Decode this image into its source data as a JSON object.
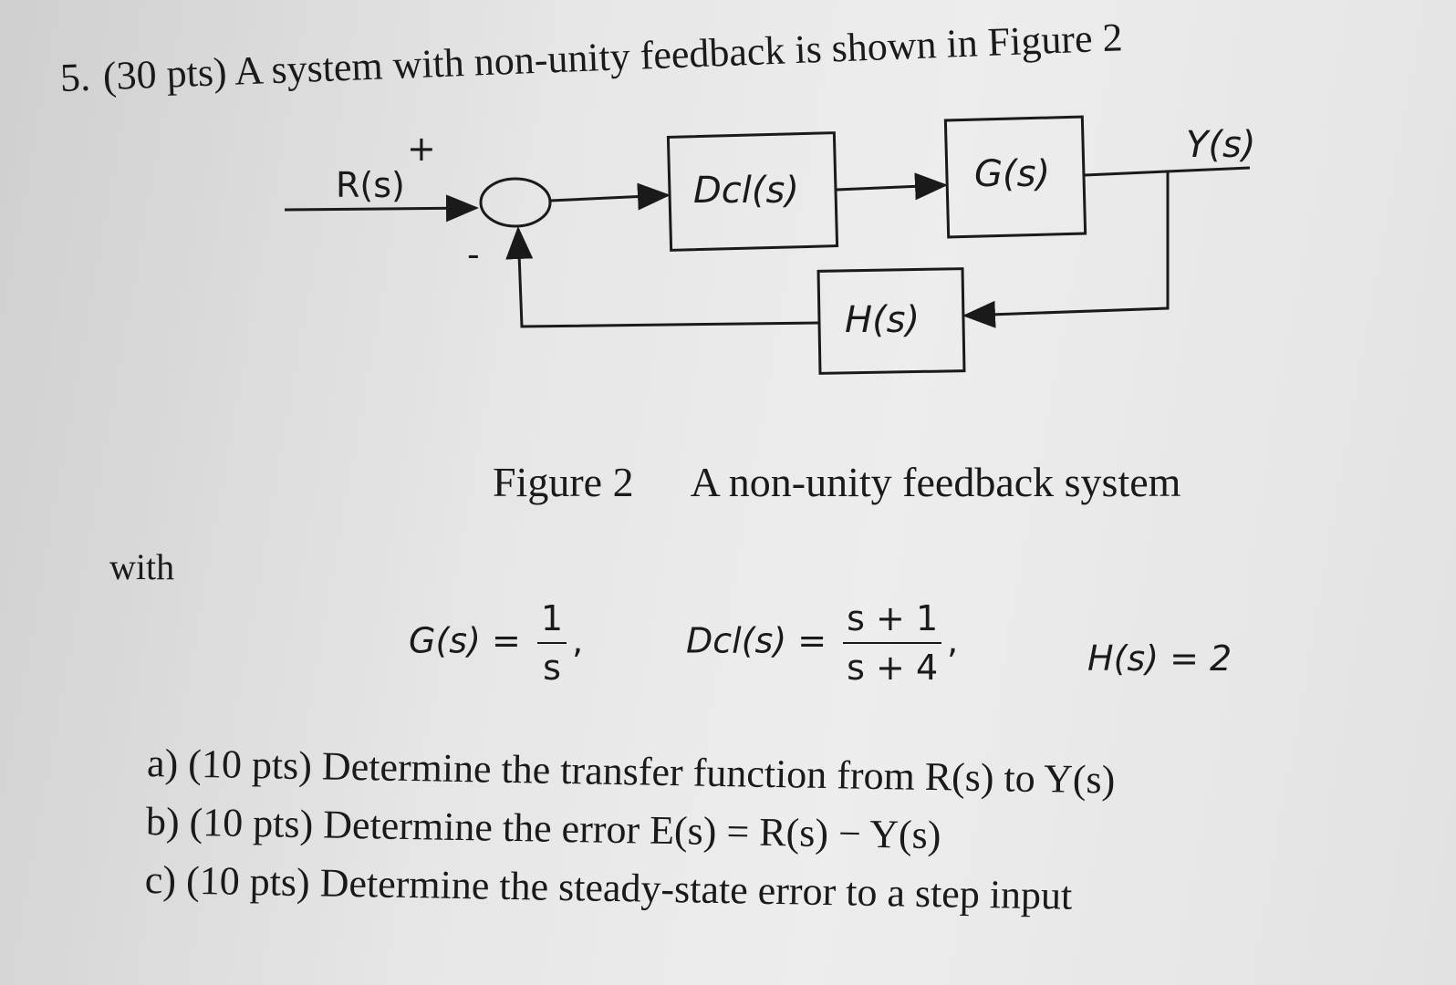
{
  "question": {
    "number": "5.",
    "text": "(30 pts) A system with non-unity feedback is shown in Figure 2"
  },
  "diagram": {
    "input_label": "R(s)",
    "output_label": "Y(s)",
    "plus_sign": "+",
    "minus_sign": "-",
    "blocks": {
      "controller": "Dcl(s)",
      "plant": "G(s)",
      "feedback": "H(s)"
    }
  },
  "caption": {
    "figure": "Figure 2",
    "text": "A non-unity feedback system"
  },
  "with_label": "with",
  "equations": {
    "g_lhs": "G(s) =",
    "g_num": "1",
    "g_den": "s",
    "g_sep": ",",
    "d_lhs": "Dcl(s) =",
    "d_num": "s + 1",
    "d_den": "s + 4",
    "d_sep": ",",
    "h": "H(s) = 2"
  },
  "parts": [
    "a) (10 pts) Determine the transfer function from R(s) to Y(s)",
    "b) (10 pts) Determine the error E(s) = R(s) − Y(s)",
    "c) (10 pts) Determine the steady-state error to a step input"
  ]
}
